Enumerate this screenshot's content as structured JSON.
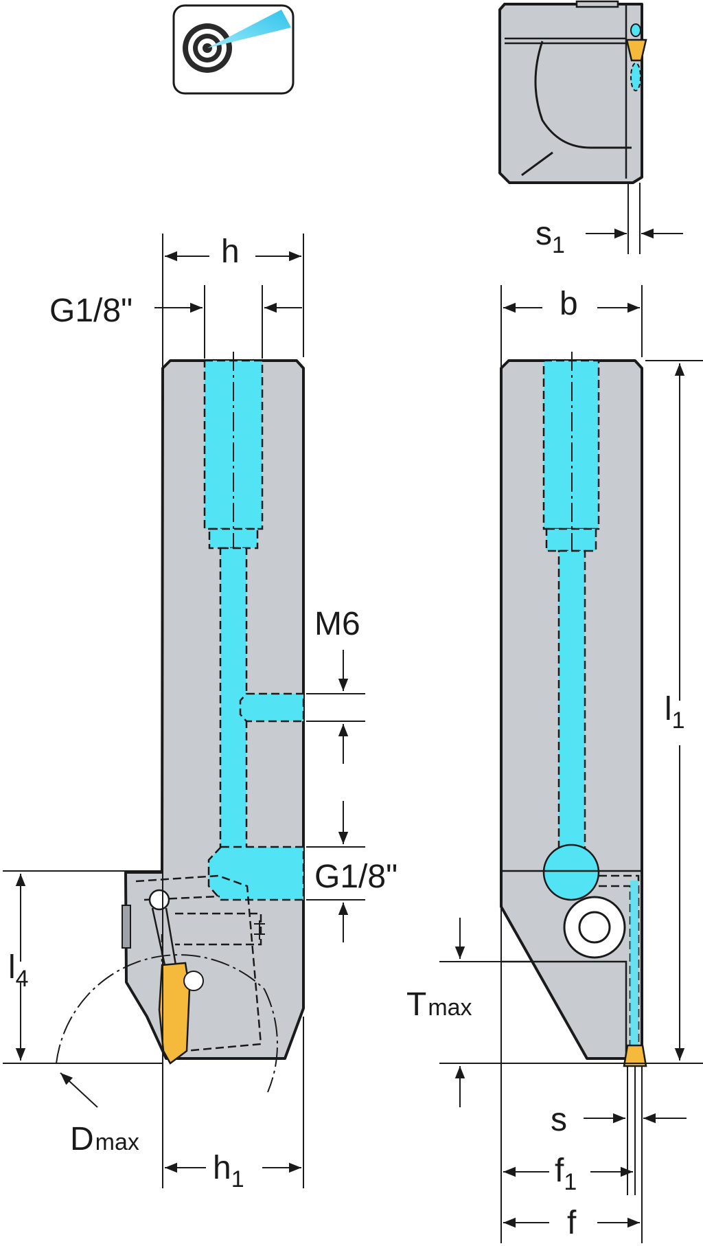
{
  "labels": {
    "h": "h",
    "g18_top": "G1/8\"",
    "m6": "M6",
    "g18_mid": "G1/8\"",
    "l4_main": "l",
    "l4_sub": "4",
    "dmax_main": "D",
    "dmax_sub": "max",
    "h1_main": "h",
    "h1_sub": "1",
    "s1_main": "s",
    "s1_sub": "1",
    "b": "b",
    "l1_main": "l",
    "l1_sub": "1",
    "tmax_main": "T",
    "tmax_sub": "max",
    "s": "s",
    "f1_main": "f",
    "f1_sub": "1",
    "f": "f"
  },
  "colors": {
    "body": "#c8cbcf",
    "coolant": "#52e3f5",
    "insert": "#f5b93b",
    "line": "#1a1a1a"
  },
  "icon": "internal-coolant-target-icon"
}
